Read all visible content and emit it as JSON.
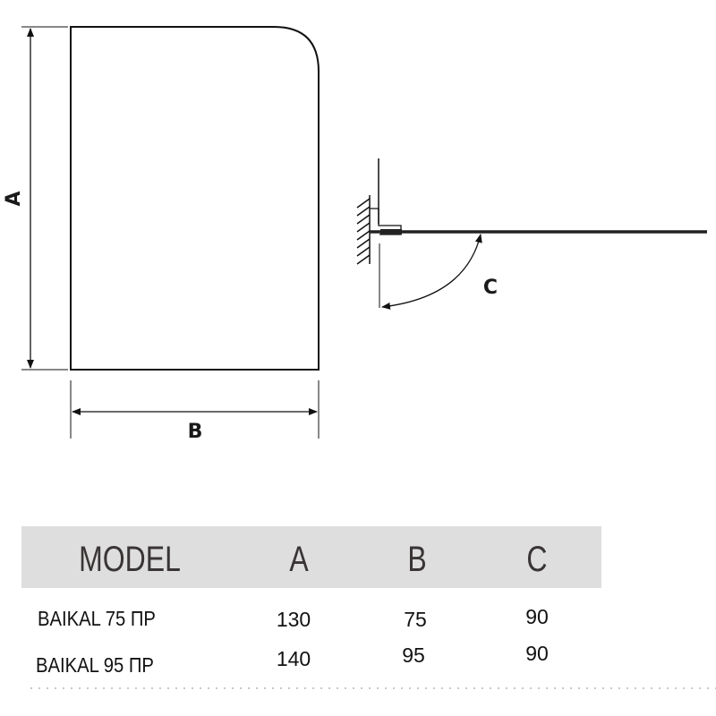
{
  "diagram": {
    "label_a": "A",
    "label_b": "B",
    "label_c": "C"
  },
  "table": {
    "headers": [
      "MODEL",
      "A",
      "B",
      "C"
    ],
    "rows": [
      {
        "model": "BAIKAL 75 ПР",
        "a": "130",
        "b": "75",
        "c": "90"
      },
      {
        "model": "BAIKAL 95 ПР",
        "a": "140",
        "b": "95",
        "c": "90"
      }
    ],
    "header_bg": "#dedede"
  }
}
